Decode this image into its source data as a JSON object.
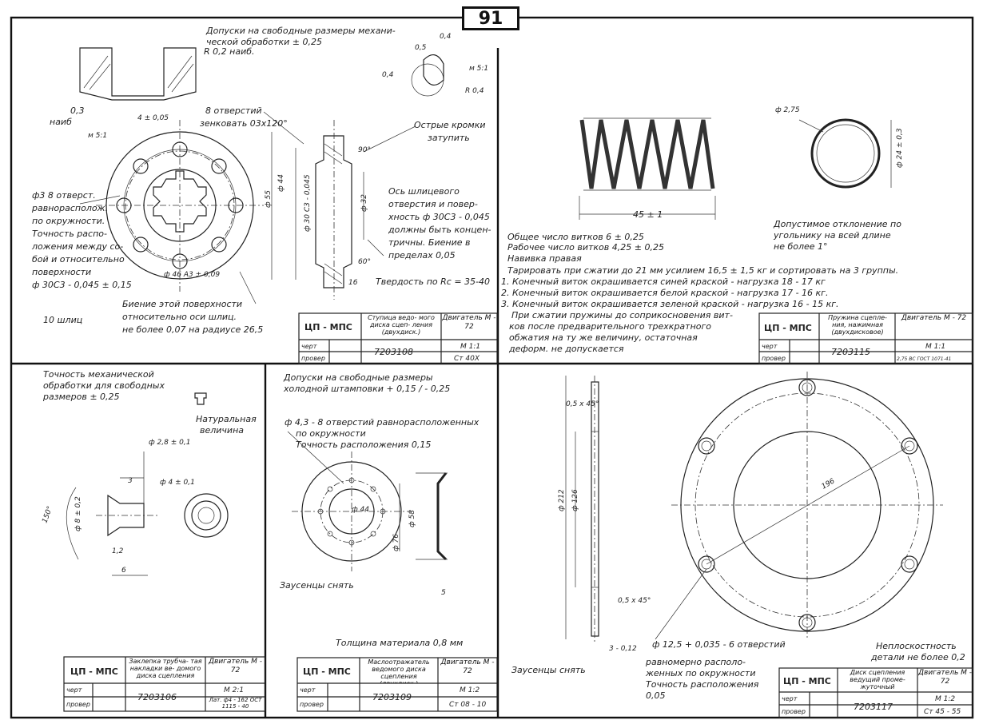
{
  "page_number": "91",
  "q1": {
    "tol_line1": "Допуски на свободные размеры механи-",
    "tol_line2": "ческой обработки ± 0,25",
    "r_note": "R 0,2 наиб.",
    "dim_04": "0,4",
    "dim_05": "0,5",
    "ms1": "м 5:1",
    "r04": "R 0,4",
    "dim_04b": "0,4",
    "d_03": "0,3",
    "naib": "наиб",
    "d_4": "4 ± 0,05",
    "ms1b": "м 5:1",
    "holes_line1": "8 отверстий",
    "holes_line2": "зенковать 03х120°",
    "sharp1": "Острые кромки",
    "sharp2": "затупить",
    "angle90": "90°",
    "angle60": "60°",
    "d44": "ф 44",
    "d55": "ф 55",
    "d30": "ф 30 C3 - 0,045",
    "d32": "ф 32",
    "d16": "16",
    "left_note": [
      "ф3 8 отверст.",
      "равнорасполож.",
      "по окружности.",
      "Точность распо-",
      "ложения между со-",
      "бой и относительно",
      "поверхности",
      "ф 30C3 - 0,045 ± 0,15"
    ],
    "spline_note": [
      "Ось шлицевого",
      "отверстия и повер-",
      "хность ф 30C3 - 0,045",
      "должны быть концен-",
      "тричны. Биение в",
      "пределах 0,05"
    ],
    "runout": [
      "Биение этой поверхности",
      "относительно оси шлиц.",
      "не более 0,07 на радиусе 26,5"
    ],
    "splines": "10 шлиц",
    "hardness": "Твердость по Rc = 35-40",
    "d46": "ф 46 A3 ± 0,09",
    "tb": {
      "org": "ЦП - МПС",
      "name": "Ступица ведо- мого диска сцеп- ления (двухдиск.)",
      "engine": "Двигатель М - 72",
      "r1": "черт",
      "r2": "провер",
      "num": "7203108",
      "mark": "М 1:1",
      "mat": "Ст 40Х"
    }
  },
  "q2": {
    "turns1": "Общее число витков 6 ± 0,25",
    "turns2": "Рабочее число витков 4,25 ± 0,25",
    "wind": "Навивка правая",
    "len": "45 ± 1",
    "wire": "ф 2,75",
    "dia": "ф 24 ± 0,3",
    "perp1": "Допустимое отклонение по",
    "perp2": "угольнику на всей длине",
    "perp3": "не более 1°",
    "calib": "Тарировать при сжатии до 21 мм усилием 16,5 ± 1,5 кг и сортировать на 3 группы.",
    "g1": "1. Конечный виток окрашивается синей краской - нагрузка 18 - 17 кг",
    "g2": "2. Конечный виток окрашивается белой краской - нагрузка 17 - 16 кг.",
    "g3": "3. Конечный виток окрашивается зеленой краской - нагрузка 16 - 15 кг.",
    "press1": "При сжатии пружины до соприкосновения вит-",
    "press2": "ков после предварительного трехкратного",
    "press3": "обжатия на ту же величину, остаточная",
    "press4": "деформ. не допускается",
    "tb": {
      "org": "ЦП - МПС",
      "name": "Пружина сцепле- ния, нажимная (двухдисковое)",
      "engine": "Двигатель М - 72",
      "r1": "черт",
      "r2": "провер",
      "num": "7203115",
      "mark": "М 1:1",
      "mat": "2,75 ВС ГОСТ 1071-41"
    }
  },
  "q3": {
    "acc1": "Точность механической",
    "acc2": "обработки для свободных",
    "acc3": "размеров ± 0,25",
    "nat1": "Натуральная",
    "nat2": "величина",
    "d28": "ф 2,8 ± 0,1",
    "d4": "ф 4 ± 0,1",
    "d8": "ф 8 ± 0,2",
    "d3": "3",
    "d12": "1,2",
    "d6": "6",
    "a150": "150°",
    "tb": {
      "org": "ЦП - МПС",
      "name": "Заклепка трубча- тая накладки ве- домого диска сцепления",
      "engine": "Двигатель М - 72",
      "r1": "черт",
      "r2": "провер",
      "num": "7203106",
      "mark": "М 2:1",
      "mat": "Лат. ф4 - 162 ОСТ 1115 - 40"
    }
  },
  "q4": {
    "tol1": "Допуски на свободные размеры",
    "tol2": "холодной штамповки + 0,15 / - 0,25",
    "holes1": "ф 4,3 - 8 отверстий равнорасположенных",
    "holes2": "по окружности",
    "holes3": "Точность расположения 0,15",
    "d58": "ф 58",
    "d76": "ф 76",
    "d44": "ф 44",
    "d5": "5",
    "burr": "Заусенцы снять",
    "thick": "Толщина материала 0,8 мм",
    "tb": {
      "org": "ЦП - МПС",
      "name": "Маслоотражатель ведомого диска сцепления (двухдиск.)",
      "engine": "Двигатель М - 72",
      "r1": "черт",
      "r2": "провер",
      "num": "7203109",
      "mark": "М 1:2",
      "mat": "Ст 08 - 10"
    }
  },
  "q5": {
    "cham1": "0,5 х 45°",
    "cham2": "0,5 х 45°",
    "d212": "ф 212",
    "d126": "ф 126",
    "d196": "196",
    "t312": "3 - 0,12",
    "burr": "Заусенцы снять",
    "holes1": "ф 12,5 + 0,035 - 6 отверстий",
    "holes2": "равномерно располо-",
    "holes3": "женных по окружности",
    "holes4": "Точность расположения",
    "holes5": "0,05",
    "flat1": "Неплоскостность",
    "flat2": "детали не более 0,2",
    "tb": {
      "org": "ЦП - МПС",
      "name": "Диск сцепления ведущий проме- жуточный",
      "engine": "Двигатель М - 72",
      "r1": "черт",
      "r2": "провер",
      "num": "7203117",
      "mark": "М 1:2",
      "mat": "Ст 45 - 55"
    }
  }
}
